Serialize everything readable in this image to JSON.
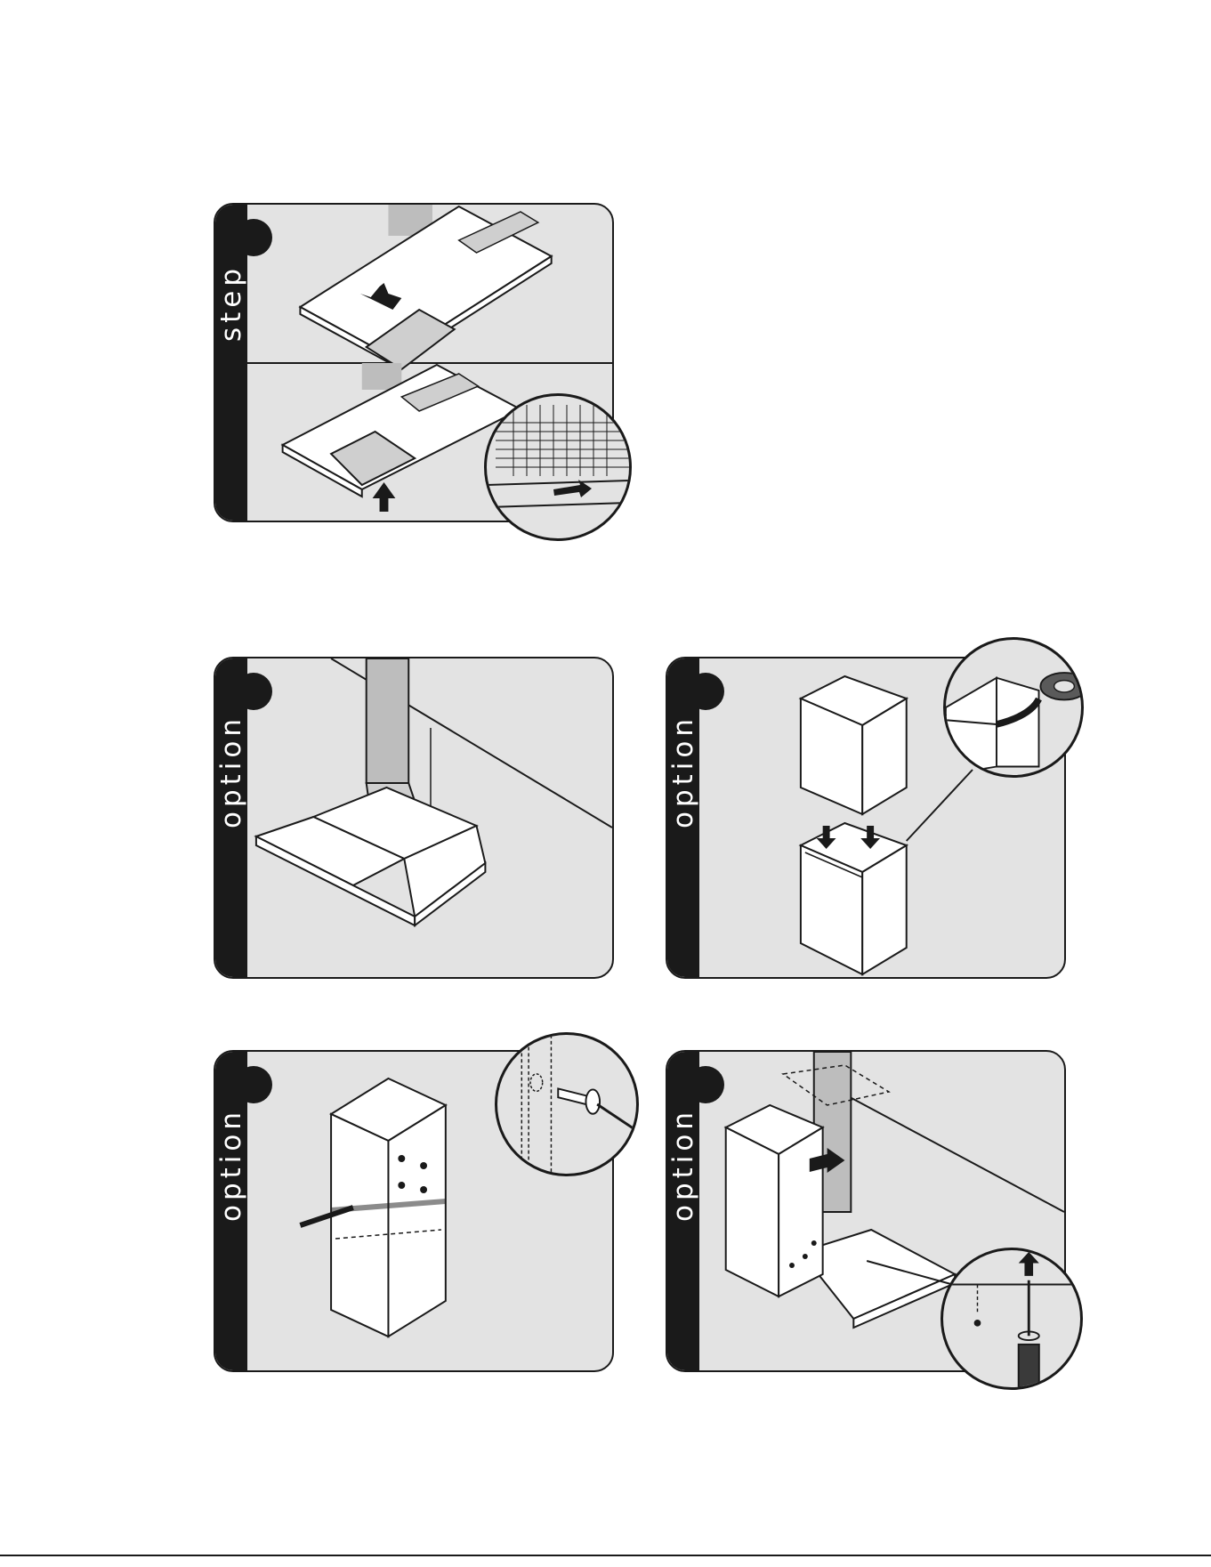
{
  "panels": {
    "step": {
      "label": "step"
    },
    "option_a": {
      "label": "option"
    },
    "option_b": {
      "label": "option"
    },
    "option_c": {
      "label": "option"
    },
    "option_d": {
      "label": "option"
    }
  },
  "colors": {
    "panel_bg": "#e3e3e3",
    "ink": "#1a1a1a",
    "paper": "#ffffff"
  }
}
